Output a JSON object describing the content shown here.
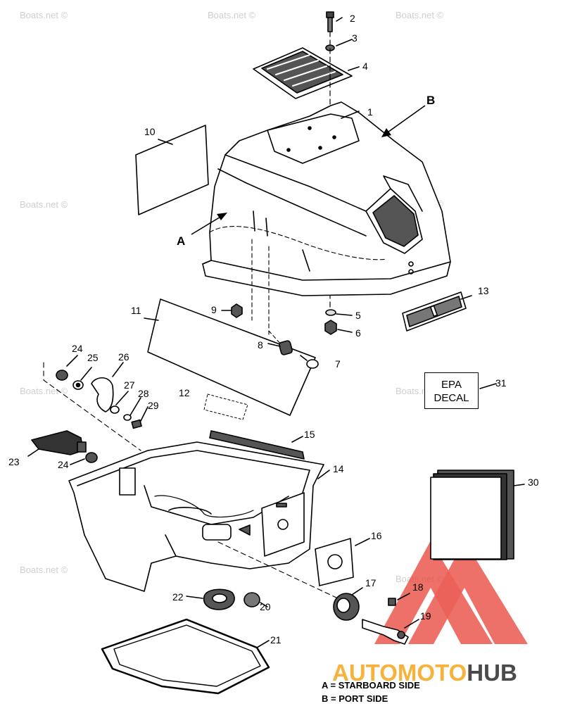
{
  "watermark": "Boats.net ©",
  "callouts": [
    "1",
    "2",
    "3",
    "4",
    "5",
    "6",
    "7",
    "8",
    "9",
    "10",
    "11",
    "12",
    "13",
    "14",
    "15",
    "16",
    "17",
    "18",
    "19",
    "20",
    "21",
    "22",
    "23",
    "24",
    "24",
    "25",
    "26",
    "27",
    "28",
    "29",
    "30",
    "31"
  ],
  "view_a": "A",
  "view_b": "B",
  "epa_decal": {
    "line1": "EPA",
    "line2": "DECAL"
  },
  "legend": {
    "a": "A = STARBOARD SIDE",
    "b": "B = PORT SIDE"
  },
  "logo": {
    "part1": "AUTO",
    "part2": "MOTO",
    "part3": "HUB",
    "triangle_color": "#e8463c",
    "text_color_1": "#f7b23c",
    "text_color_2": "#4a4a4a"
  }
}
